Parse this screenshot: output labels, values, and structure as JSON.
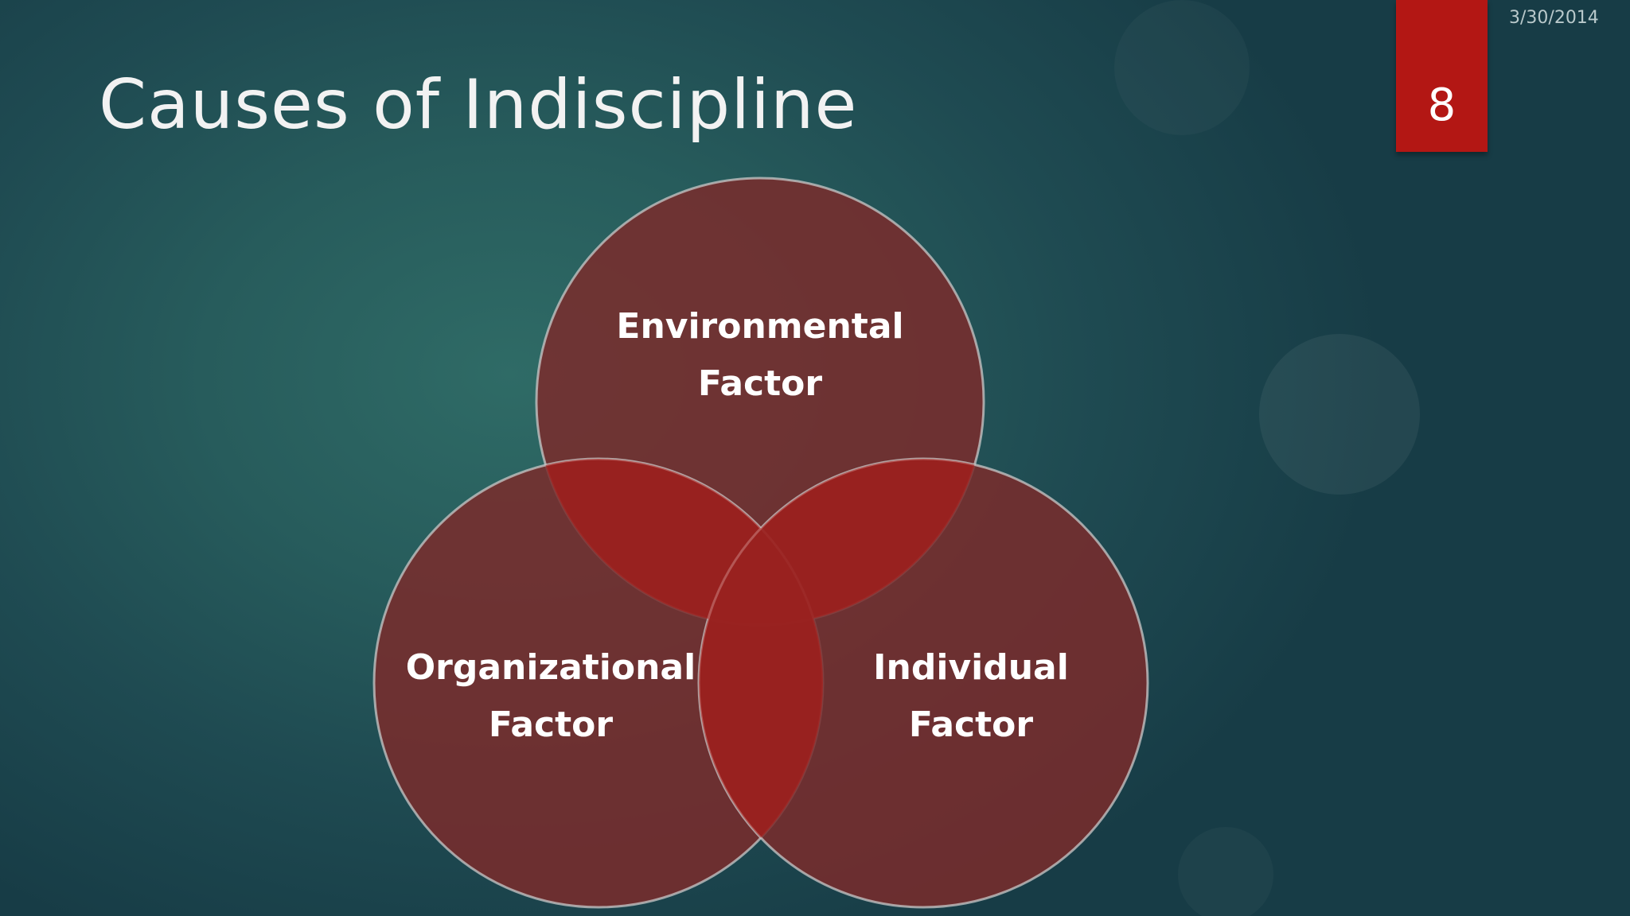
{
  "slide": {
    "title": "Causes of Indiscipline",
    "date": "3/30/2014",
    "page_number": "8"
  },
  "venn": {
    "circles": [
      {
        "id": "environmental",
        "line1": "Environmental",
        "line2": "Factor"
      },
      {
        "id": "organizational",
        "line1": "Organizational",
        "line2": "Factor"
      },
      {
        "id": "individual",
        "line1": "Individual",
        "line2": "Factor"
      }
    ]
  },
  "colors": {
    "accent_red": "#b31714",
    "circle_fill": "#7a2e2e",
    "overlap_red": "#b01818",
    "background_teal": "#1f4b52"
  }
}
